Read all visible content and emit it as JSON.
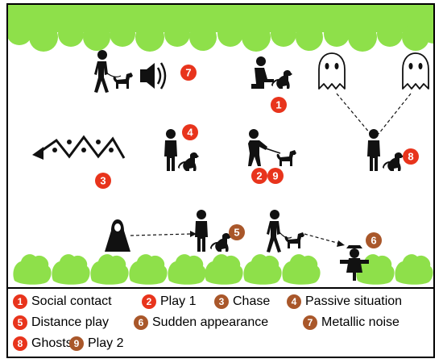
{
  "colors": {
    "red_badge": "#e8341c",
    "brown_badge": "#a9572a",
    "foliage": "#8ee04a",
    "figure": "#111111"
  },
  "scene": {
    "badges": [
      {
        "num": "7",
        "color": "red"
      },
      {
        "num": "1",
        "color": "red"
      },
      {
        "num": "4",
        "color": "red"
      },
      {
        "num": "2",
        "color": "red"
      },
      {
        "num": "9",
        "color": "red"
      },
      {
        "num": "3",
        "color": "red"
      },
      {
        "num": "8",
        "color": "red"
      },
      {
        "num": "5",
        "color": "brown"
      },
      {
        "num": "6",
        "color": "brown"
      }
    ],
    "icons": [
      "speaker-icon",
      "ghost-icon",
      "zigzag-arrow-icon",
      "person-icon",
      "dog-icon",
      "hooded-figure-icon",
      "scarecrow-icon",
      "tree-canopy",
      "bush-row"
    ]
  },
  "legend": {
    "items": [
      {
        "num": "1",
        "color": "red",
        "label": "Social contact"
      },
      {
        "num": "2",
        "color": "red",
        "label": "Play 1"
      },
      {
        "num": "3",
        "color": "brown",
        "label": "Chase"
      },
      {
        "num": "4",
        "color": "brown",
        "label": "Passive situation"
      },
      {
        "num": "5",
        "color": "red",
        "label": "Distance play"
      },
      {
        "num": "6",
        "color": "brown",
        "label": "Sudden appearance"
      },
      {
        "num": "7",
        "color": "brown",
        "label": "Metallic noise"
      },
      {
        "num": "8",
        "color": "red",
        "label": "Ghosts"
      },
      {
        "num": "9",
        "color": "brown",
        "label": "Play 2"
      }
    ]
  }
}
